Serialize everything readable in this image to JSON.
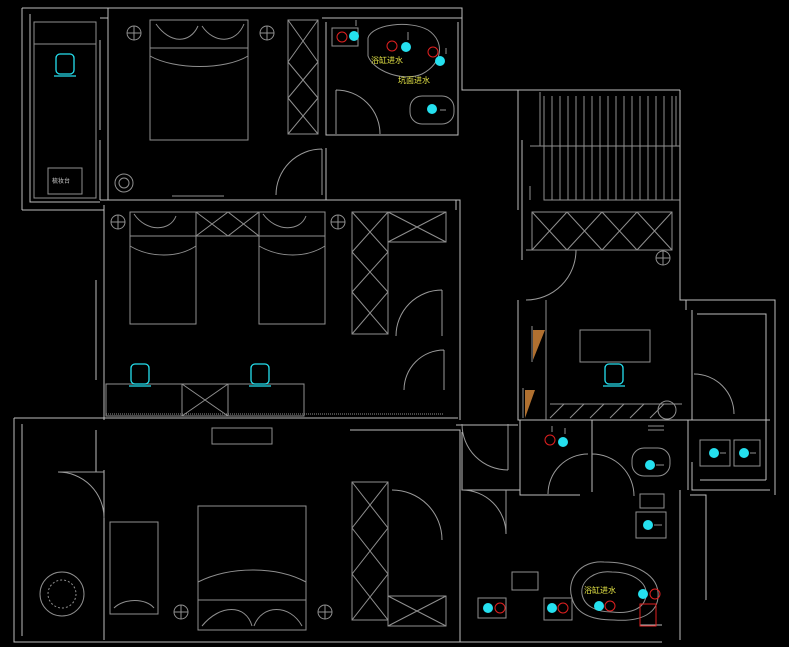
{
  "labels": {
    "bath1_tub": "浴缸进水",
    "bath1_basin": "坑面进水",
    "bath2_tub": "浴缸进水",
    "wardrobe_tag": "梳妆台"
  },
  "colors": {
    "background": "#000000",
    "wall": "#bdbdbd",
    "furniture": "#8f8f8f",
    "fixture_marker": "#25e0ef",
    "water_point": "#e02020",
    "annotation": "#e6e646",
    "stair_wood": "#b07030"
  },
  "icons": {
    "fixture_marker": "water-outlet-icon",
    "lamp": "ceiling-lamp-icon",
    "chair": "chair-icon"
  }
}
